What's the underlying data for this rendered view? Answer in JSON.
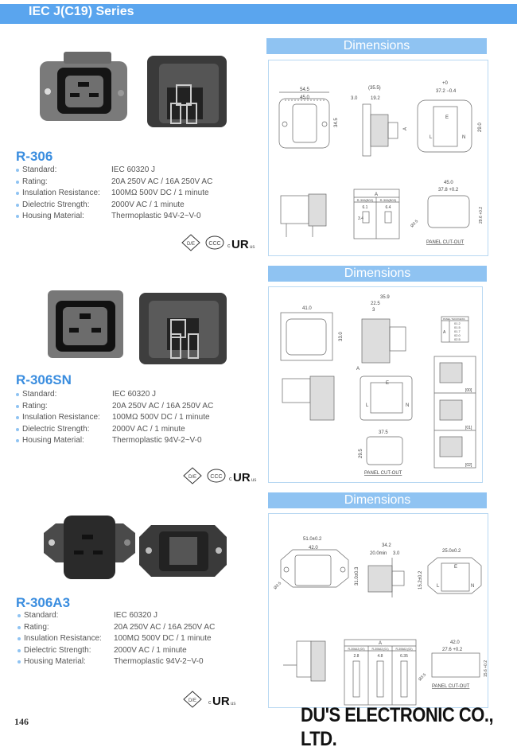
{
  "header": {
    "title": "IEC J(C19) Series"
  },
  "dimensions_label": "Dimensions",
  "spec_labels": [
    "Standard:",
    "Rating:",
    "Insulation Resistance:",
    "Dielectric Strength:",
    "Housing Material:"
  ],
  "products": [
    {
      "name": "R-306",
      "specs": [
        "IEC 60320 J",
        "20A 250V AC / 16A 250V AC",
        "100MΩ 500V DC / 1 minute",
        "2000V AC / 1 minute",
        "Thermoplastic 94V-2~V-0"
      ],
      "certs": [
        "D/E",
        "CCC",
        "c",
        "UR",
        "us"
      ],
      "dims": {
        "front_w1": "54.5",
        "front_w2": "45.0",
        "front_h": "34.5",
        "side_total": "(35.5)",
        "side_a": "3.0",
        "side_b": "19.2",
        "side_A": "A",
        "rear_tol": "+0",
        "rear_w": "37.2 −0.4",
        "rear_h": "29.0",
        "E": "E",
        "L": "L",
        "N": "N",
        "table_A": "A",
        "table_cols": [
          "R-306(B02)",
          "R-306(B03)"
        ],
        "table_w": [
          "6.1",
          "6.4"
        ],
        "table_h": "3.4",
        "cut_w1": "45.0",
        "cut_w2": "37.8 +0.2",
        "cut_h": "29.6 +0.2",
        "cut_hole": "Ø3.5",
        "cut_label": "PANEL CUT-OUT"
      }
    },
    {
      "name": "R-306SN",
      "specs": [
        "IEC 60320 J",
        "20A 250V AC / 16A 250V AC",
        "100MΩ 500V DC / 1 minute",
        "2000V AC / 1 minute",
        "Thermoplastic 94V-2~V-0"
      ],
      "certs": [
        "D/E",
        "CCC",
        "c",
        "UR",
        "us"
      ],
      "dims": {
        "front_w": "41.0",
        "front_h": "33.0",
        "side_total": "35.9",
        "side_b": "22.5",
        "side_a": "3",
        "side_A": "A",
        "thick_header": "PANEL THICKNESS",
        "thick_A": "A",
        "thick_rows": [
          "01.2",
          "01.5",
          "01.7",
          "02.0",
          "02.5"
        ],
        "E": "E",
        "L": "L",
        "N": "N",
        "variants": [
          "[00]",
          "[01]",
          "[02]"
        ],
        "cut_w": "37.5",
        "cut_h": "29.5",
        "cut_label": "PANEL CUT-OUT"
      }
    },
    {
      "name": "R-306A3",
      "specs": [
        "IEC 60320 J",
        "20A 250V AC / 16A 250V AC",
        "100MΩ 500V DC / 1 minute",
        "2000V AC / 1 minute",
        "Thermoplastic 94V-2~V-0"
      ],
      "certs": [
        "D/E",
        "c",
        "UR",
        "us"
      ],
      "dims": {
        "front_w1": "51.0±0.2",
        "front_w2": "42.0",
        "front_h": "31.0±0.3",
        "front_hole": "Ø3.5",
        "side_total": "34.2",
        "side_b": "20.0min",
        "side_a": "3.0",
        "rear_w": "25.0±0.2",
        "rear_h": "15.2±0.2",
        "E": "E",
        "L": "L",
        "N": "N",
        "table_A": "A",
        "table_cols": [
          "R-306A3 (00)",
          "R-306A3 (01)",
          "R-306A3 (02)"
        ],
        "table_w": [
          "2.8",
          "4.8",
          "6.35"
        ],
        "cut_w1": "42.0",
        "cut_w2": "27.6 +0.2",
        "cut_h": "15.6 +0.2",
        "cut_hole": "Ø3.5",
        "cut_label": "PANEL CUT-OUT"
      }
    }
  ],
  "footer": {
    "page_number": "146",
    "company": "DU'S ELECTRONIC CO., LTD."
  }
}
